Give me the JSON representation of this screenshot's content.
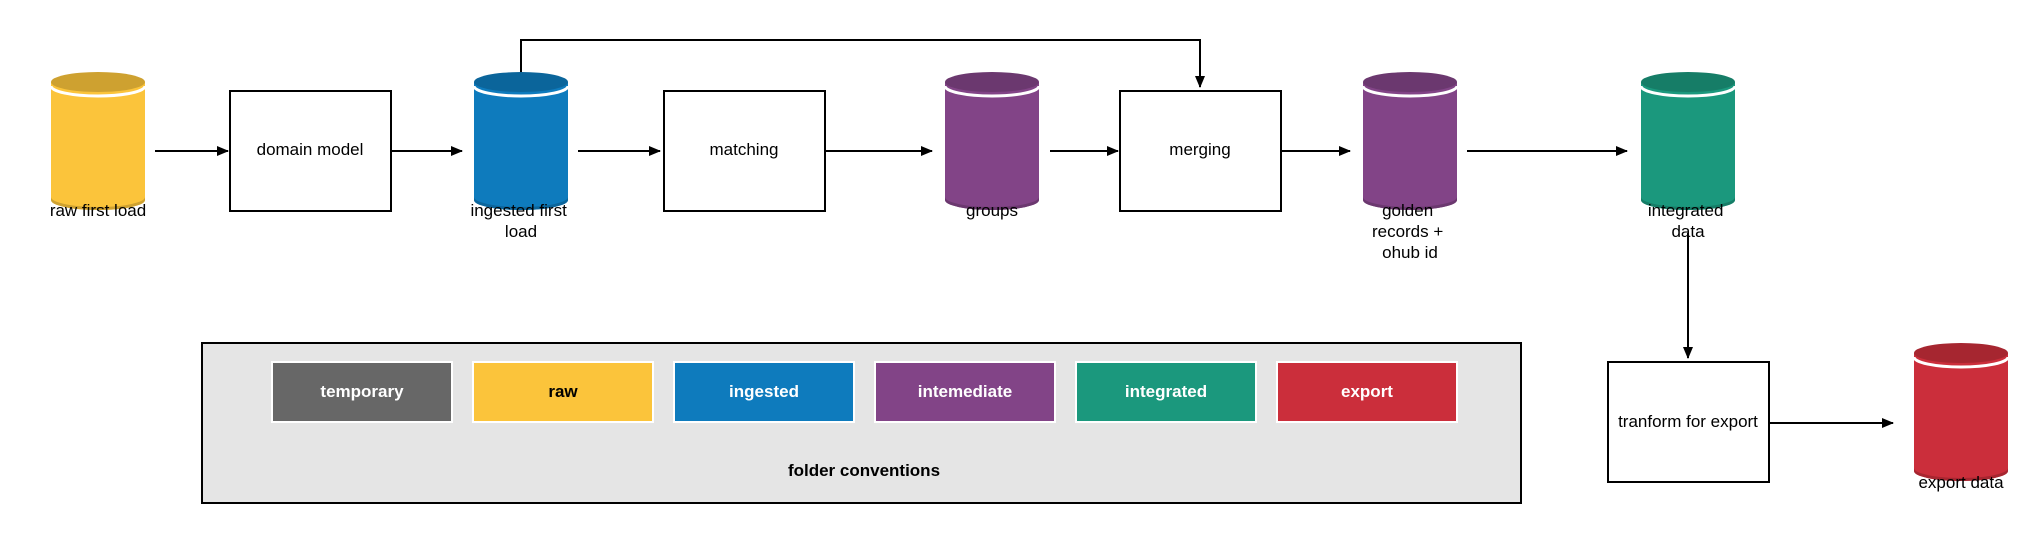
{
  "process_boxes": {
    "domain_model": "domain model",
    "matching": "matching",
    "merging": "merging",
    "transform_export": "tranform for export"
  },
  "datastores": {
    "raw_first_load": {
      "label_lines": [
        "raw first load"
      ],
      "color": "#fbc43b"
    },
    "ingested_first_load": {
      "label_lines": [
        "ingested first",
        "load"
      ],
      "color": "#0e7bbd"
    },
    "groups": {
      "label_lines": [
        "groups"
      ],
      "color": "#824487"
    },
    "golden_records": {
      "label_lines": [
        "golden",
        "records +",
        "ohub id"
      ],
      "color": "#824487"
    },
    "integrated_data": {
      "label_lines": [
        "integrated",
        "data"
      ],
      "color": "#1b987d"
    },
    "export_data": {
      "label_lines": [
        "export data"
      ],
      "color": "#cb2e3b"
    }
  },
  "legend": {
    "title": "folder conventions",
    "swatches": [
      {
        "label": "temporary",
        "color": "#676767",
        "text_color": "#ffffff"
      },
      {
        "label": "raw",
        "color": "#fbc43b",
        "text_color": "#000000"
      },
      {
        "label": "ingested",
        "color": "#0e7bbd",
        "text_color": "#ffffff"
      },
      {
        "label": "intemediate",
        "color": "#824487",
        "text_color": "#ffffff"
      },
      {
        "label": "integrated",
        "color": "#1b987d",
        "text_color": "#ffffff"
      },
      {
        "label": "export",
        "color": "#cb2e3b",
        "text_color": "#ffffff"
      }
    ]
  }
}
